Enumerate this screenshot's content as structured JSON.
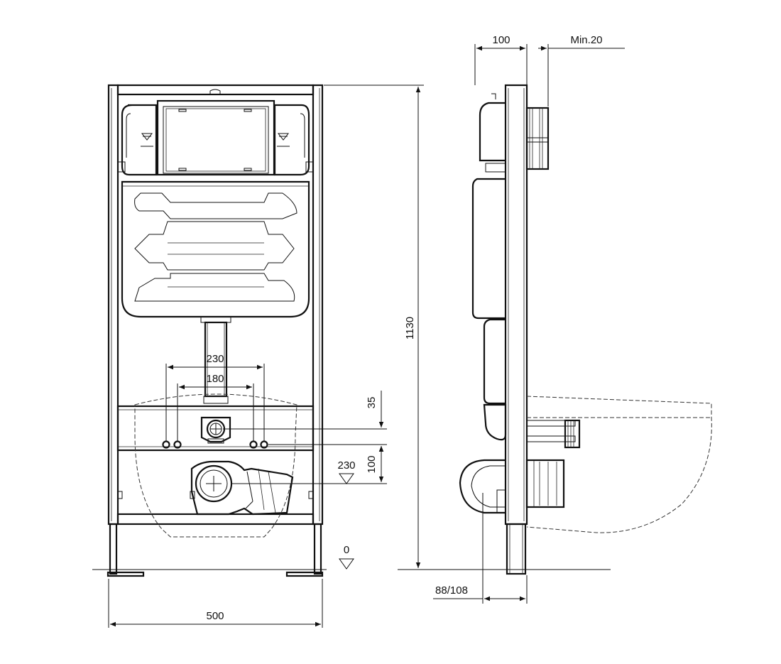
{
  "front_view": {
    "width_label": "500",
    "height_label": "1130",
    "outer_spacing_label": "230",
    "inner_spacing_label": "180",
    "bolt_offset_label": "35",
    "outlet_offset_label": "100",
    "outlet_height_label": "230",
    "floor_level_label": "0"
  },
  "side_view": {
    "frame_depth_label": "100",
    "min_clearance_label": "Min.20",
    "outlet_depth_label": "88/108"
  },
  "icons": [
    "level-triangle-icon",
    "flush-arrow-icon"
  ]
}
